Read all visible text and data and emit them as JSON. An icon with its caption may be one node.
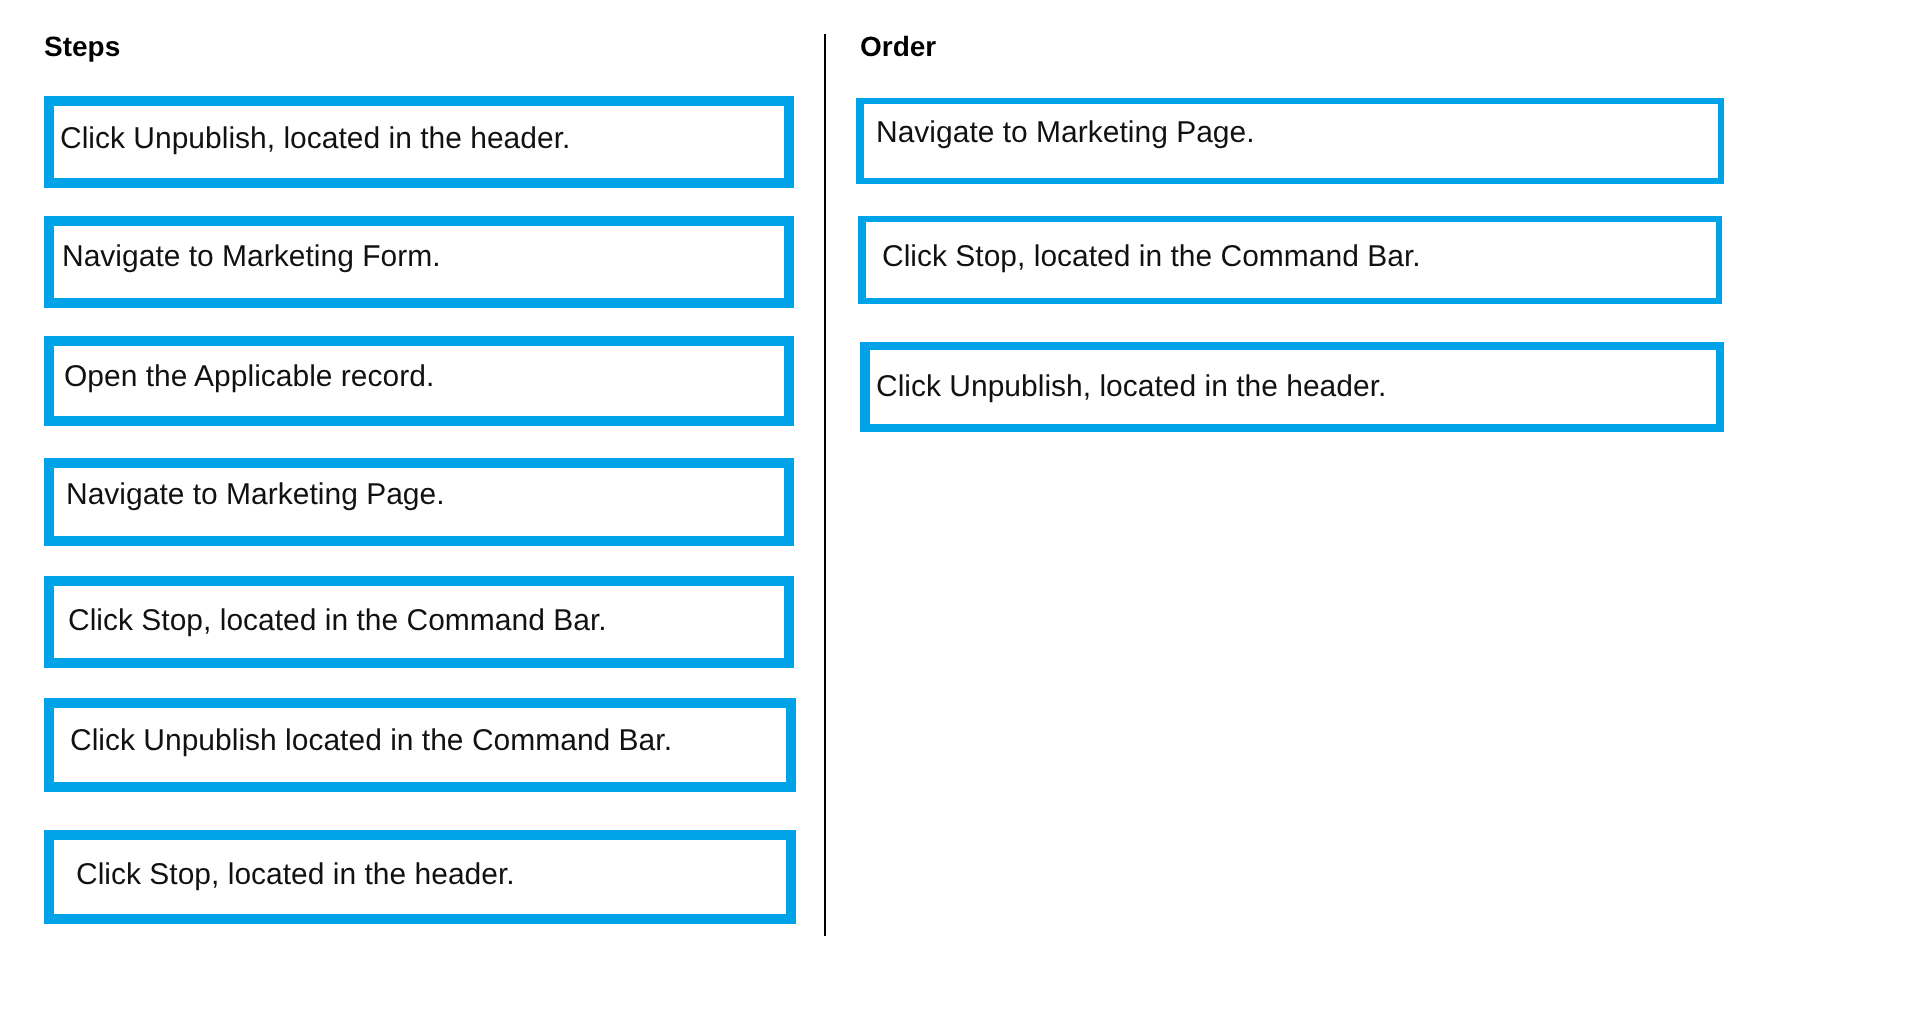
{
  "diagram": {
    "nodes": [
      {
        "text": [
          "Click Unpublish, located in the header."
        ]
      },
      {
        "text": [
          "Navigate to Marketing Form."
        ]
      },
      {
        "text": [
          "Open the Applicable record."
        ]
      },
      {
        "text": [
          "Navigate to Marketing Page."
        ]
      },
      {
        "text": [
          "Click Stop, located in the Command Bar."
        ]
      },
      {
        "text": [
          "Click Unpublish located in the Command Bar."
        ]
      },
      {
        "text": [
          "Click Stop, located in the header."
        ]
      },
      {
        "text": [
          "Navigate to Marketing Page."
        ]
      },
      {
        "text": [
          "Click Stop, located in the Command Bar."
        ]
      },
      {
        "text": [
          "Click Unpublish, located in the header."
        ]
      }
    ],
    "edges": [],
    "labels": [
      "Steps",
      "Order"
    ]
  }
}
